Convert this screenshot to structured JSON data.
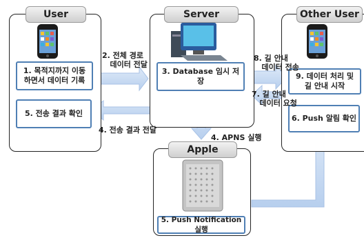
{
  "panels": {
    "user": "User",
    "server": "Server",
    "other_user": "Other User",
    "apple_server": "Apple Server"
  },
  "steps": {
    "s1": "1. 목적지까지 이동\n하면서 데이터 기록",
    "s3": "3. Database 임시 저장",
    "s5_user": "5. 전송 결과 확인",
    "s9": "9. 데이터 처리 및\n길 안내 시작",
    "s6": "6. Push 알림 확인",
    "s5_apple": "5. Push Notification 실행"
  },
  "arrow_labels": {
    "a2": "2. 전체 경로\n   데이터 전달",
    "a4_result": "4. 전송 결과 전달",
    "a4_apns": "4. APNS 실행",
    "a8": "8. 길 안내\n   데이터 전송",
    "a7": "7. 길 안내\n   데이터 요청"
  },
  "icons": [
    "iphone-icon",
    "desktop-computer-icon",
    "iphone-icon",
    "mac-pro-tower-icon"
  ],
  "colors": {
    "arrow": "#c9dcf3",
    "step_border": "#4f7fb4"
  }
}
